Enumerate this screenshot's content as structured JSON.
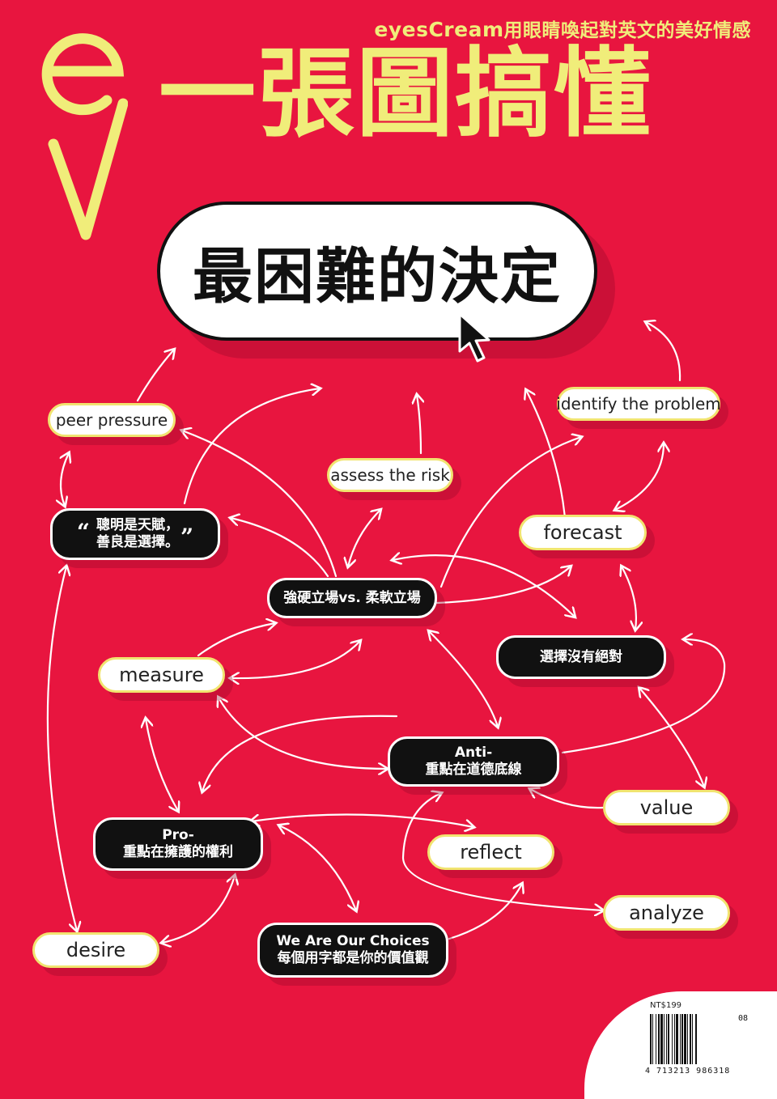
{
  "masthead": {
    "brand": "eyesCream",
    "tagline": "用眼睛喚起對英文的美好情感",
    "title": "一張圖搞懂"
  },
  "headline": {
    "text": "最困難的決定"
  },
  "nodes": {
    "peer_pressure": "peer pressure",
    "identify_problem": "identify the problem",
    "assess_risk": "assess the risk",
    "quote_line1": "聰明是天賦，",
    "quote_line2": "善良是選擇。",
    "quote_open": "“",
    "quote_close": "”",
    "forecast": "forecast",
    "stance": "強硬立場vs. 柔軟立場",
    "no_absolute": "選擇沒有絕對",
    "measure": "measure",
    "anti_line1": "Anti-",
    "anti_line2": "重點在道德底線",
    "value": "value",
    "pro_line1": "Pro-",
    "pro_line2": "重點在擁護的權利",
    "reflect": "reflect",
    "analyze": "analyze",
    "desire": "desire",
    "choices_line1": "We Are Our Choices",
    "choices_line2": "每個用字都是你的價值觀"
  },
  "barcode": {
    "price": "NT$199",
    "number": "4 713213 986318",
    "issue": "08"
  },
  "colors": {
    "background": "#e8153f",
    "accent_yellow": "#f0ed7a",
    "pill_border": "#f1e470",
    "dark_node": "#111111"
  }
}
